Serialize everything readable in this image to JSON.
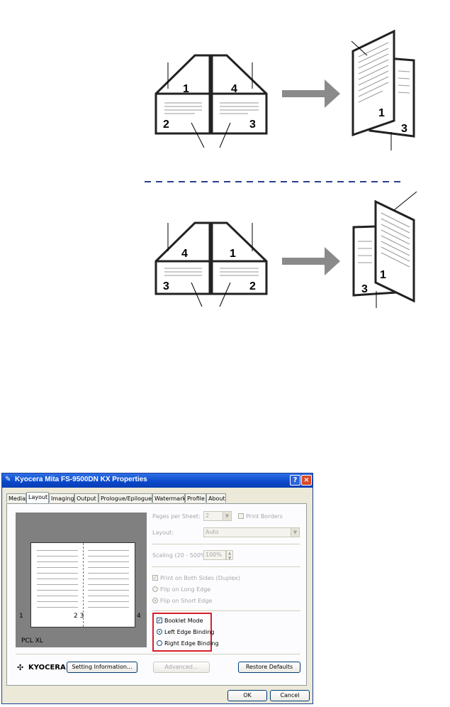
{
  "illustration": {
    "top_left_pages": [
      "1",
      "2",
      "4",
      "3"
    ],
    "top_result_pages": [
      "1",
      "3"
    ],
    "bottom_left_pages": [
      "4",
      "3",
      "1",
      "2"
    ],
    "bottom_result_pages": [
      "1",
      "3"
    ],
    "colors": {
      "arrow": "#8a8a8a",
      "dash": "#2b3e8c",
      "outline": "#222222"
    }
  },
  "dialog": {
    "title": "Kyocera Mita FS-9500DN KX Properties",
    "help_button": "?",
    "close_button": "×",
    "tabs": [
      "Media",
      "Layout",
      "Imaging",
      "Output",
      "Prologue/Epilogue",
      "Watermark",
      "Profile",
      "About"
    ],
    "active_tab": "Layout",
    "preview": {
      "page_left": "1",
      "page_center": "2 3",
      "page_right": "4",
      "pdl": "PCL XL"
    },
    "pages_per_sheet": {
      "label": "Pages per Sheet:",
      "value": "2"
    },
    "print_borders": {
      "label": "Print Borders",
      "checked": false
    },
    "layout": {
      "label": "Layout:",
      "value": "Auto"
    },
    "scaling": {
      "label": "Scaling (20 - 500%):",
      "value": "100%"
    },
    "duplex": {
      "label": "Print on Both Sides (Duplex)",
      "checked": true
    },
    "flip_long": {
      "label": "Flip on Long Edge"
    },
    "flip_short": {
      "label": "Flip on Short Edge"
    },
    "booklet_mode": {
      "label": "Booklet Mode",
      "checked": true
    },
    "left_edge": {
      "label": "Left Edge Binding",
      "selected": true
    },
    "right_edge": {
      "label": "Right Edge Binding",
      "selected": false
    },
    "brand": "KYOCERA",
    "buttons": {
      "setting_information": "Setting Information...",
      "advanced": "Advanced...",
      "restore_defaults": "Restore Defaults",
      "ok": "OK",
      "cancel": "Cancel"
    },
    "colors": {
      "titlebar": "#0a47c9",
      "highlight": "#d6202d",
      "face": "#ece9d8"
    }
  }
}
